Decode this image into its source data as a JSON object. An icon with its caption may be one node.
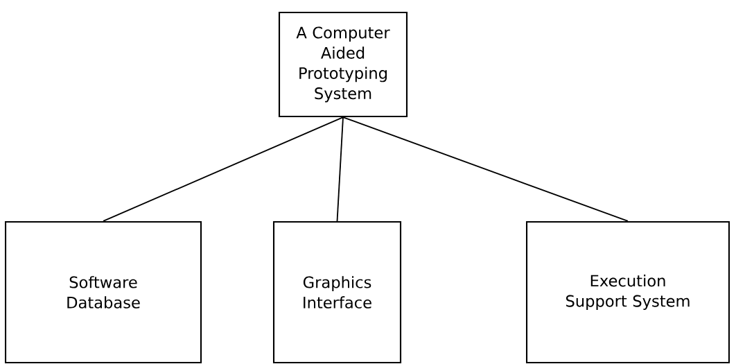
{
  "diagram": {
    "nodes": [
      {
        "text": [
          "A Computer Aided Prototyping System"
        ]
      },
      {
        "text": [
          "Software Database"
        ]
      },
      {
        "text": [
          "Graphics Interface"
        ]
      },
      {
        "text": [
          "Execution Support System"
        ]
      }
    ],
    "edges": [
      {
        "from": 0,
        "to": 1,
        "arrow": "none"
      },
      {
        "from": 0,
        "to": 2,
        "arrow": "none"
      },
      {
        "from": 0,
        "to": 3,
        "arrow": "none"
      }
    ]
  }
}
